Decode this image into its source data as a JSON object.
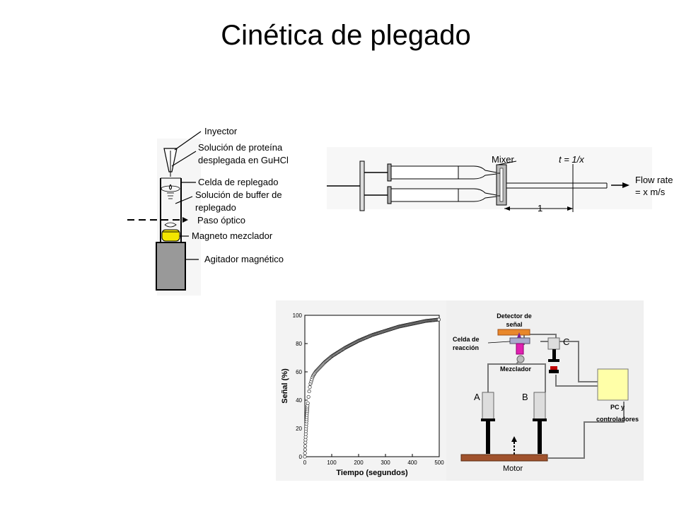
{
  "title": "Cinética de plegado",
  "cuvette": {
    "injector": "Inyector",
    "protein_solution_line1": "Solución de proteína",
    "protein_solution_line2": "desplegada en GuHCl",
    "cell": "Celda de replegado",
    "buffer_line1": "Solución de buffer de",
    "buffer_line2": "replegado",
    "optical_path": "Paso óptico",
    "stir_bar": "Magneto mezclador",
    "stirrer": "Agitador magnético"
  },
  "mixer": {
    "mixer_label": "Mixer",
    "time_eq": "t = 1/x",
    "flow_line1": "Flow rate",
    "flow_line2": "= x  m/s",
    "distance": "1"
  },
  "chart_data": {
    "type": "scatter",
    "xlabel": "Tiempo (segundos)",
    "ylabel": "Señal (%)",
    "xlim": [
      0,
      500
    ],
    "ylim": [
      0,
      100
    ],
    "xticks": [
      "0",
      "100",
      "200",
      "300",
      "400",
      "500"
    ],
    "yticks": [
      "0",
      "20",
      "40",
      "60",
      "80",
      "100"
    ],
    "x": [
      0,
      2,
      4,
      6,
      8,
      10,
      15,
      20,
      30,
      40,
      50,
      75,
      100,
      150,
      200,
      250,
      300,
      350,
      400,
      450,
      500
    ],
    "y": [
      0,
      10,
      18,
      25,
      31,
      36,
      45,
      51,
      57,
      60,
      62,
      67,
      71,
      77,
      82,
      86,
      89,
      92,
      94,
      96,
      97
    ]
  },
  "stopped_flow": {
    "detector_line1": "Detector de",
    "detector_line2": "señal",
    "cell_line1": "Celda de",
    "cell_line2": "reacción",
    "mixer": "Mezclador",
    "syringe_a": "A",
    "syringe_b": "B",
    "syringe_c": "C",
    "pc_line1": "PC y",
    "pc_line2": "controladores",
    "motor": "Motor"
  }
}
